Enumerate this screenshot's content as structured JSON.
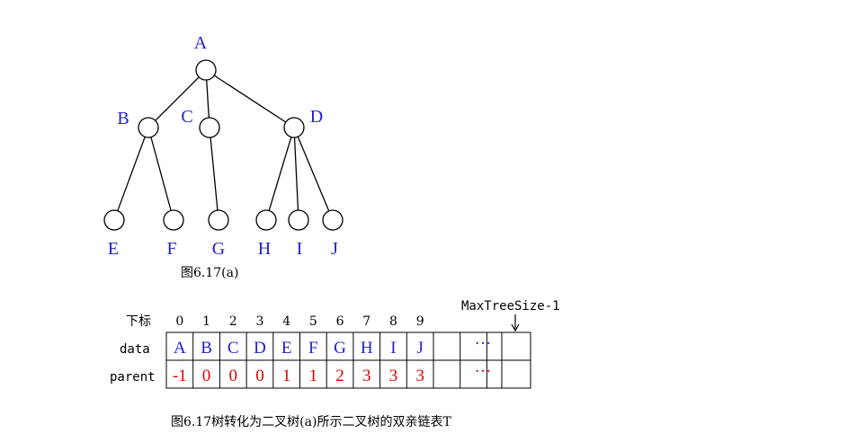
{
  "colors": {
    "label": "#1f1fd0",
    "parent": "#e00000",
    "line": "#000000"
  },
  "tree": {
    "nodes": [
      {
        "id": "A",
        "label": "A"
      },
      {
        "id": "B",
        "label": "B"
      },
      {
        "id": "C",
        "label": "C"
      },
      {
        "id": "D",
        "label": "D"
      },
      {
        "id": "E",
        "label": "E"
      },
      {
        "id": "F",
        "label": "F"
      },
      {
        "id": "G",
        "label": "G"
      },
      {
        "id": "H",
        "label": "H"
      },
      {
        "id": "I",
        "label": "I"
      },
      {
        "id": "J",
        "label": "J"
      }
    ],
    "edges": [
      [
        "A",
        "B"
      ],
      [
        "A",
        "C"
      ],
      [
        "A",
        "D"
      ],
      [
        "B",
        "E"
      ],
      [
        "B",
        "F"
      ],
      [
        "C",
        "G"
      ],
      [
        "D",
        "H"
      ],
      [
        "D",
        "I"
      ],
      [
        "D",
        "J"
      ]
    ],
    "caption": "图6.17(a)"
  },
  "table": {
    "index_header": "下标",
    "indices": [
      "0",
      "1",
      "2",
      "3",
      "4",
      "5",
      "6",
      "7",
      "8",
      "9"
    ],
    "row_data_label": "data",
    "row_parent_label": "parent",
    "data": [
      "A",
      "B",
      "C",
      "D",
      "E",
      "F",
      "G",
      "H",
      "I",
      "J"
    ],
    "parent": [
      "-1",
      "0",
      "0",
      "0",
      "1",
      "1",
      "2",
      "3",
      "3",
      "3"
    ],
    "ellipsis": "···",
    "max_label": "MaxTreeSize-1"
  },
  "caption": "图6.17树转化为二叉树(a)所示二叉树的双亲链表T"
}
